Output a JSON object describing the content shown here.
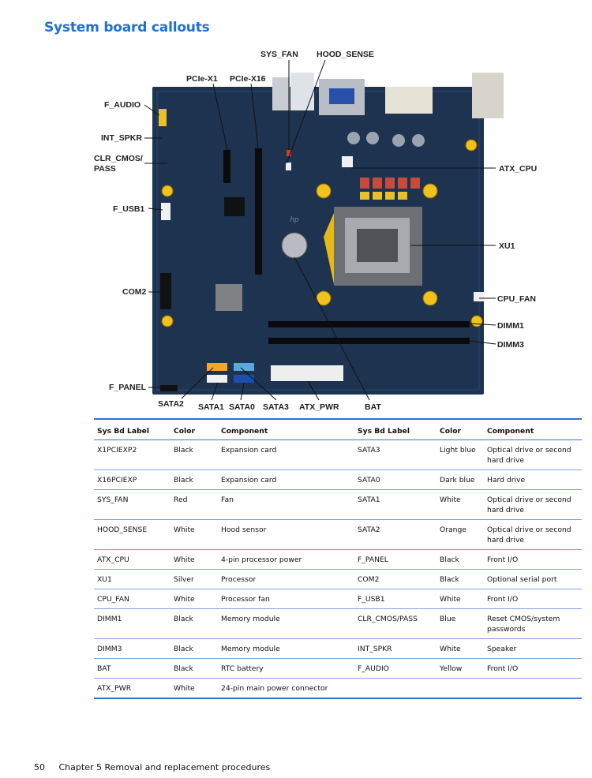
{
  "page": {
    "title": "System board callouts",
    "page_number": "50",
    "chapter": "Chapter 5   Removal and replacement procedures"
  },
  "callouts": {
    "sys_fan": "SYS_FAN",
    "hood_sense": "HOOD_SENSE",
    "pcie_x1": "PCIe-X1",
    "pcie_x16": "PCIe-X16",
    "f_audio": "F_AUDIO",
    "int_spkr": "INT_SPKR",
    "clr_cmos_1": "CLR_CMOS/",
    "clr_cmos_2": "PASS",
    "f_usb1": "F_USB1",
    "com2": "COM2",
    "f_panel": "F_PANEL",
    "atx_cpu": "ATX_CPU",
    "xu1": "XU1",
    "cpu_fan": "CPU_FAN",
    "dimm1": "DIMM1",
    "dimm3": "DIMM3",
    "sata2": "SATA2",
    "sata1": "SATA1",
    "sata0": "SATA0",
    "sata3": "SATA3",
    "atx_pwr": "ATX_PWR",
    "bat": "BAT"
  },
  "board": {
    "pcb_color": "#1d3350",
    "logo": "hp"
  },
  "table": {
    "headers": [
      "Sys Bd Label",
      "Color",
      "Component",
      "Sys Bd Label",
      "Color",
      "Component"
    ],
    "rows": [
      [
        "X1PCIEXP2",
        "Black",
        "Expansion card",
        "SATA3",
        "Light blue",
        "Optical drive or second hard drive"
      ],
      [
        "X16PCIEXP",
        "Black",
        "Expansion card",
        "SATA0",
        "Dark blue",
        "Hard drive"
      ],
      [
        "SYS_FAN",
        "Red",
        "Fan",
        "SATA1",
        "White",
        "Optical drive or second hard drive"
      ],
      [
        "HOOD_SENSE",
        "White",
        "Hood sensor",
        "SATA2",
        "Orange",
        "Optical drive or second hard drive"
      ],
      [
        "ATX_CPU",
        "White",
        "4-pin processor power",
        "F_PANEL",
        "Black",
        "Front I/O"
      ],
      [
        "XU1",
        "Silver",
        "Processor",
        "COM2",
        "Black",
        "Optional serial port"
      ],
      [
        "CPU_FAN",
        "White",
        "Processor fan",
        "F_USB1",
        "White",
        "Front I/O"
      ],
      [
        "DIMM1",
        "Black",
        "Memory module",
        "CLR_CMOS/PASS",
        "Blue",
        "Reset CMOS/system passwords"
      ],
      [
        "DIMM3",
        "Black",
        "Memory module",
        "INT_SPKR",
        "White",
        "Speaker"
      ],
      [
        "BAT",
        "Black",
        "RTC battery",
        "F_AUDIO",
        "Yellow",
        "Front I/O"
      ],
      [
        "ATX_PWR",
        "White",
        "24-pin main power connector",
        "",
        "",
        ""
      ]
    ]
  }
}
